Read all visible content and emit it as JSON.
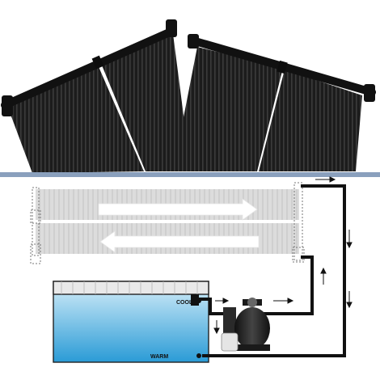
{
  "labels": {
    "cool": "COOL",
    "warm": "WARM"
  },
  "colors": {
    "panel": "#1f1f1f",
    "panel_stripe": "#3a3a3a",
    "divider": "#8aa0bd",
    "ghost_panel": "#d9d9d9",
    "flow_arrow": "#ffffff",
    "pipe": "#111111",
    "water_top": "#cfe9f7",
    "water_bottom": "#2c9fd8"
  },
  "icons": [
    "solar-panel-photo",
    "pool-pump-icon",
    "flow-arrow-icon"
  ]
}
